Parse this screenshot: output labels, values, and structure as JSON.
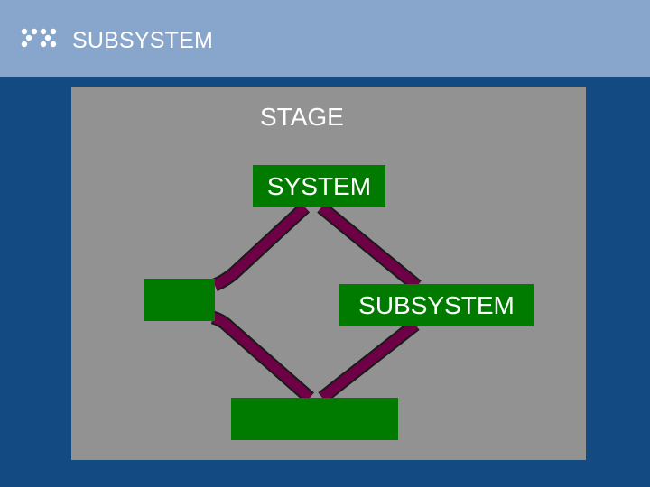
{
  "header": {
    "title": "SUBSYSTEM",
    "logo_icon": "dots-logo-icon"
  },
  "diagram": {
    "stage_label": "STAGE",
    "nodes": {
      "system": "SYSTEM",
      "subsystem": "SUBSYSTEM",
      "left": "",
      "bottom": ""
    },
    "colors": {
      "background": "#144a82",
      "header": "#88a6cc",
      "canvas": "#929292",
      "node": "#007b00",
      "connector": "#6e0046"
    }
  }
}
